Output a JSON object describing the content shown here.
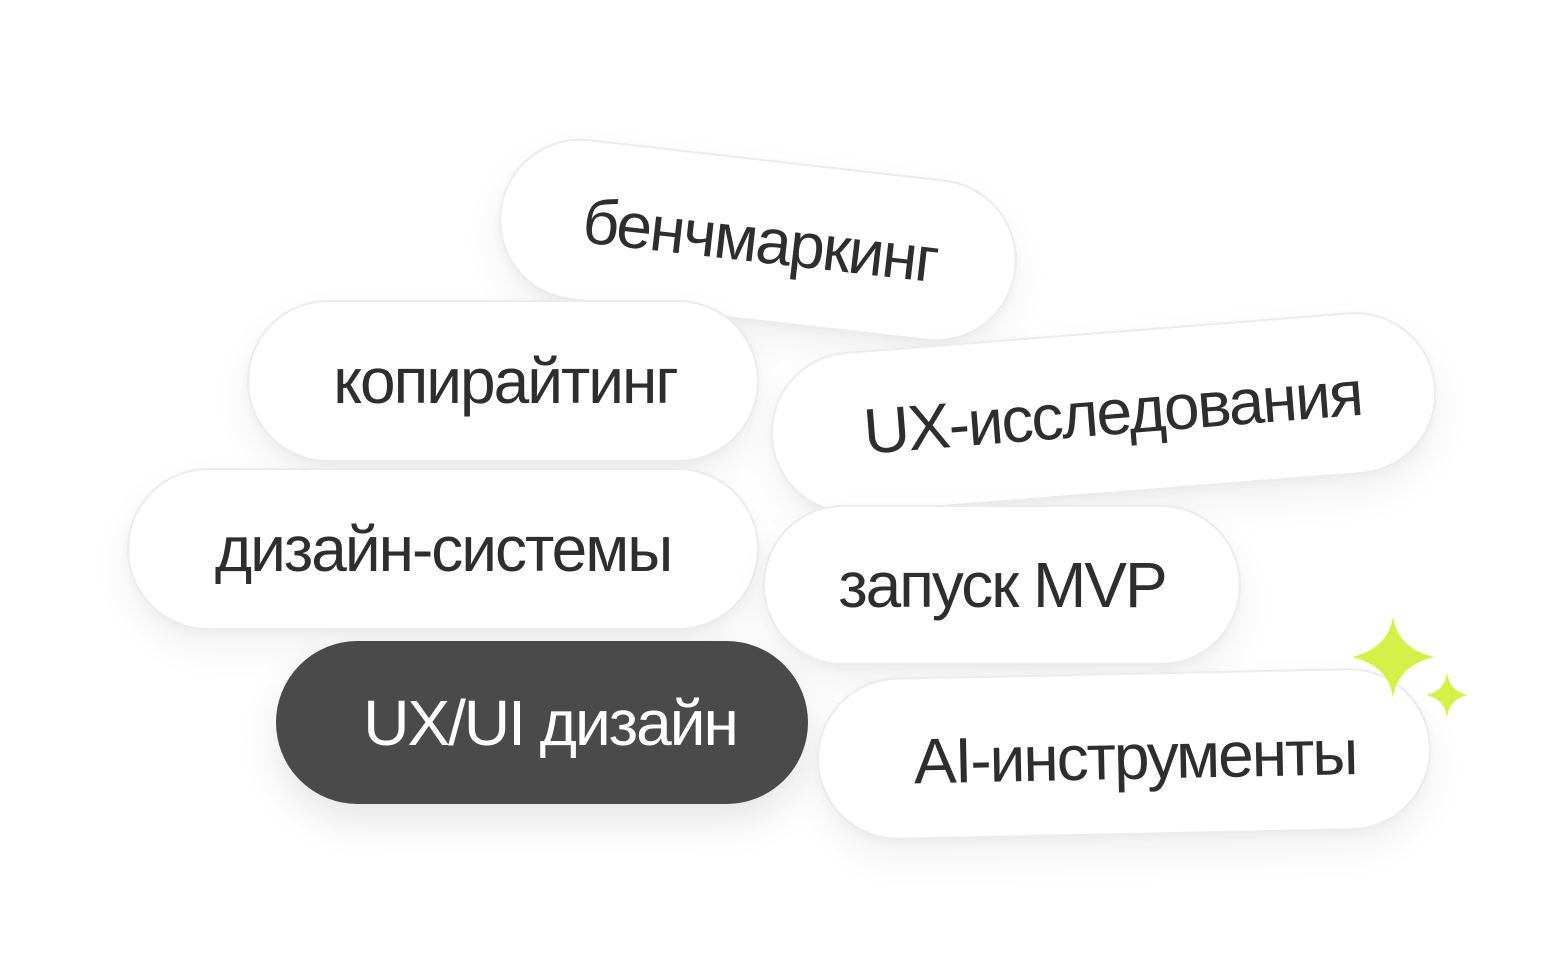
{
  "tags": [
    {
      "id": "benchmarking",
      "label": "бенчмаркинг",
      "selected": false
    },
    {
      "id": "copywriting",
      "label": "копирайтинг",
      "selected": false
    },
    {
      "id": "ux-research",
      "label": "UX-исследования",
      "selected": false
    },
    {
      "id": "design-systems",
      "label": "дизайн-системы",
      "selected": false
    },
    {
      "id": "mvp-launch",
      "label": "запуск MVP",
      "selected": false
    },
    {
      "id": "ux-ui-design",
      "label": "UX/UI дизайн",
      "selected": true
    },
    {
      "id": "ai-tools",
      "label": "AI-инструменты",
      "selected": false
    }
  ],
  "colors": {
    "background": "#ffffff",
    "pill_background": "#ffffff",
    "pill_border": "#ececec",
    "pill_text": "#2e2e2e",
    "selected_background": "#4a4a4a",
    "selected_text": "#ffffff",
    "sparkle": "#d6f04a"
  },
  "icons": {
    "sparkle": "sparkle-icon"
  }
}
